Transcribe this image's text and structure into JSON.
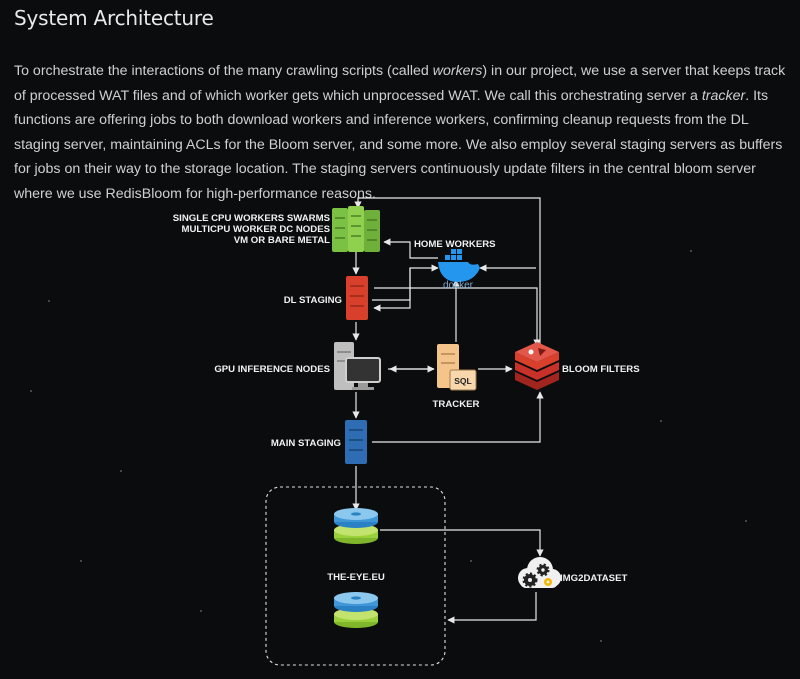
{
  "page": {
    "title": "System Architecture",
    "paragraph": {
      "t1": "To orchestrate the interactions of the many crawling scripts (called ",
      "em1": "workers",
      "t2": ") in our project, we use a server that keeps track of processed WAT files and of which worker gets which unprocessed WAT. We call this orchestrating server a ",
      "em2": "tracker",
      "t3": ". Its functions are offering jobs to both download workers and inference workers, confirming cleanup requests from the DL staging server, maintaining ACLs for the Bloom server, and some more. We also employ several staging servers as buffers for jobs on their way to the storage location. The staging servers continuously update filters in the central bloom server where we use RedisBloom for high-performance reasons."
    }
  },
  "diagram": {
    "labels": {
      "workers_line1": "SINGLE CPU WORKERS SWARMS",
      "workers_line2": "MULTICPU WORKER DC NODES",
      "workers_line3": "VM OR BARE METAL",
      "home_workers": "HOME WORKERS",
      "docker": "docker",
      "dl_staging": "DL STAGING",
      "gpu_inference": "GPU INFERENCE NODES",
      "tracker": "TRACKER",
      "sql": "SQL",
      "bloom_filters": "BLOOM FILTERS",
      "main_staging": "MAIN STAGING",
      "the_eye": "THE-EYE.EU",
      "img2dataset": "IMG2DATASET"
    },
    "colors": {
      "workers": "#7bc143",
      "dl_staging": "#d8402b",
      "main_staging": "#2e6db4",
      "tracker": "#f5c48a",
      "bloom": "#c8302a",
      "docker": "#2496ed",
      "arrows": "#e8e8e8"
    }
  }
}
